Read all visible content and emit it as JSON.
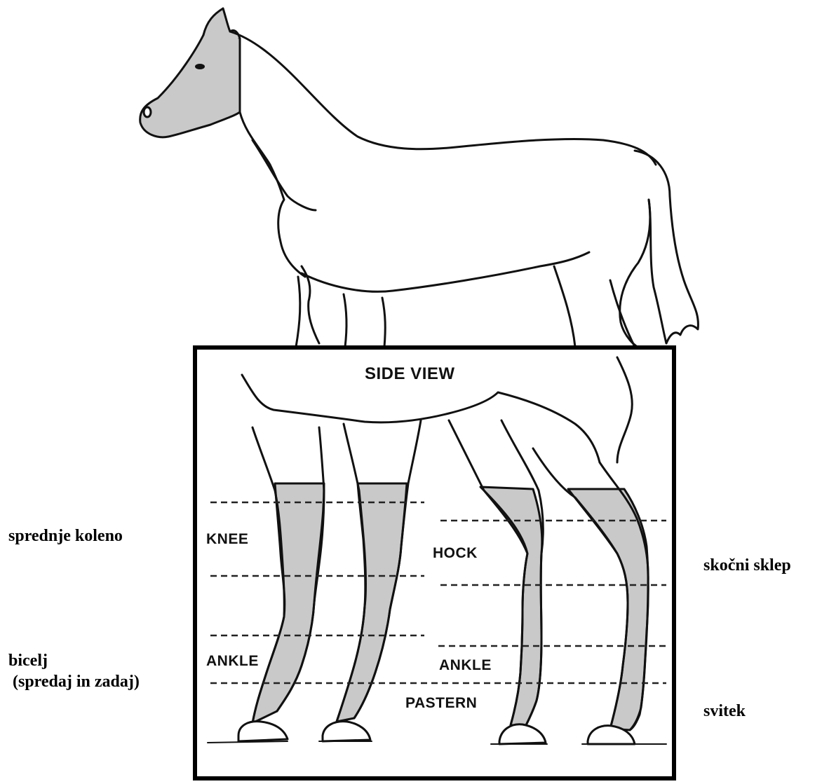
{
  "diagram": {
    "inset_title": "SIDE VIEW",
    "joint_labels": {
      "knee": "KNEE",
      "hock": "HOCK",
      "front_ankle": "ANKLE",
      "hind_ankle": "ANKLE",
      "pastern": "PASTERN"
    },
    "translations": {
      "front_knee": "sprednje koleno",
      "fetlock_line1": "bicelj",
      "fetlock_line2": "(spredaj in zadaj)",
      "hock": "skočni sklep",
      "coronet": "svitek"
    }
  },
  "colors": {
    "shading": "#c9c9c9",
    "outline": "#111111",
    "frame": "#000000"
  }
}
